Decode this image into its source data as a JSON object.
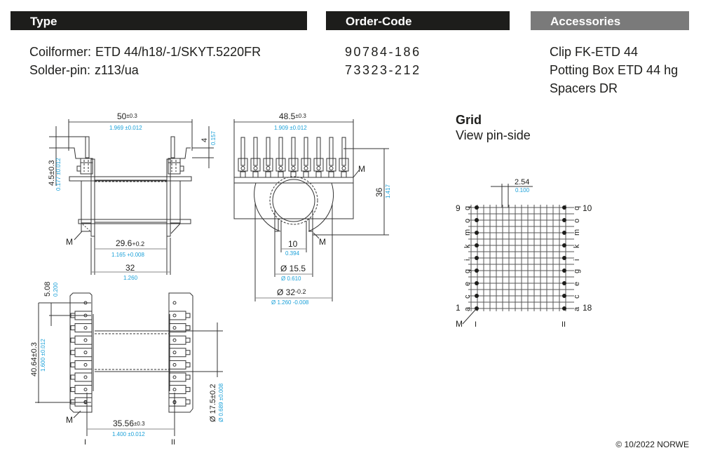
{
  "headers": {
    "type": "Type",
    "order_code": "Order-Code",
    "accessories": "Accessories"
  },
  "type_info": {
    "coilformer_label": "Coilformer:",
    "coilformer_value": "ETD 44/h18/-1/SKYT.5220FR",
    "solderpin_label": "Solder-pin:",
    "solderpin_value": "z113/ua"
  },
  "order_codes": [
    "90784-186",
    "73323-212"
  ],
  "accessories": [
    "Clip FK-ETD 44",
    "Potting Box ETD 44 hg",
    "Spacers DR"
  ],
  "side_view": {
    "width_mm": "50",
    "width_tol": "±0.3",
    "width_in": "1.969 ±0.012",
    "pin_len_mm": "4",
    "pin_len_in": "0.157",
    "height_mm": "4.5±0.3",
    "height_in": "0.177 ±0.012",
    "inner_mm": "29.6",
    "inner_tol": "+0.2",
    "inner_in": "1.165 +0.008",
    "outer_mm": "32",
    "outer_in": "1.260",
    "marker": "M"
  },
  "front_view": {
    "width_mm": "48.5",
    "width_tol": "±0.3",
    "width_in": "1.909 ±0.012",
    "height_mm": "36",
    "height_in": "1.417",
    "slot_mm": "10",
    "slot_in": "0.394",
    "core_mm": "Ø 15.5",
    "core_in": "Ø 0.610",
    "flange_mm": "Ø 32",
    "flange_tol": "-0.2",
    "flange_in": "Ø 1.260 -0.008",
    "marker": "M"
  },
  "bottom_view": {
    "pitch_mm": "5.08",
    "pitch_in": "0.200",
    "row_mm": "40.64±0.3",
    "row_in": "1.600 ±0.012",
    "span_mm": "35.56",
    "span_tol": "±0.3",
    "span_in": "1.400 ±0.012",
    "dia_mm": "Ø 17.5±0.2",
    "dia_in": "Ø 0.689 ±0.008",
    "row1": "I",
    "row2": "II",
    "marker": "M"
  },
  "grid": {
    "title": "Grid",
    "subtitle": "View pin-side",
    "pitch_mm": "2.54",
    "pitch_in": "0.100",
    "left_letters": [
      "q",
      "o",
      "m",
      "k",
      "i",
      "g",
      "e",
      "c",
      "a"
    ],
    "right_letters": [
      "q",
      "o",
      "m",
      "k",
      "i",
      "g",
      "e",
      "c",
      "a"
    ],
    "pin_top_left": "9",
    "pin_bottom_left": "1",
    "pin_top_right": "10",
    "pin_bottom_right": "18",
    "row1": "I",
    "row2": "II",
    "marker": "M"
  },
  "copyright": "© 10/2022 NORWE"
}
